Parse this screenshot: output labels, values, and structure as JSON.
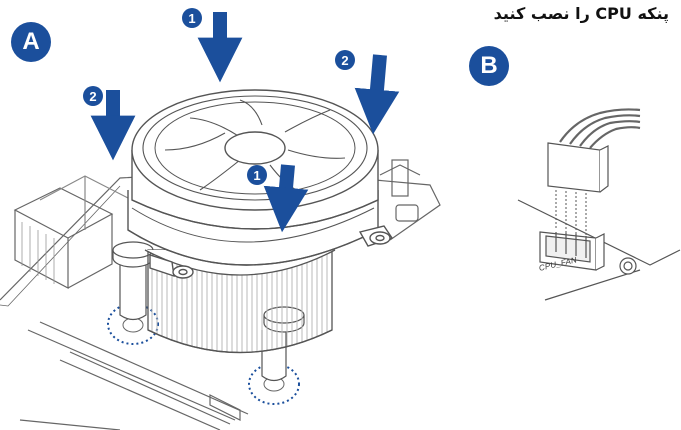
{
  "title": "پنکه CPU را نصب کنید",
  "panels": {
    "a": {
      "label": "A"
    },
    "b": {
      "label": "B"
    }
  },
  "steps": [
    "1",
    "2",
    "1",
    "2"
  ],
  "connector_label": "CPU_FAN",
  "colors": {
    "accent": "#1b4f9c",
    "line": "#555555",
    "hatch": "#cfcfcf"
  }
}
